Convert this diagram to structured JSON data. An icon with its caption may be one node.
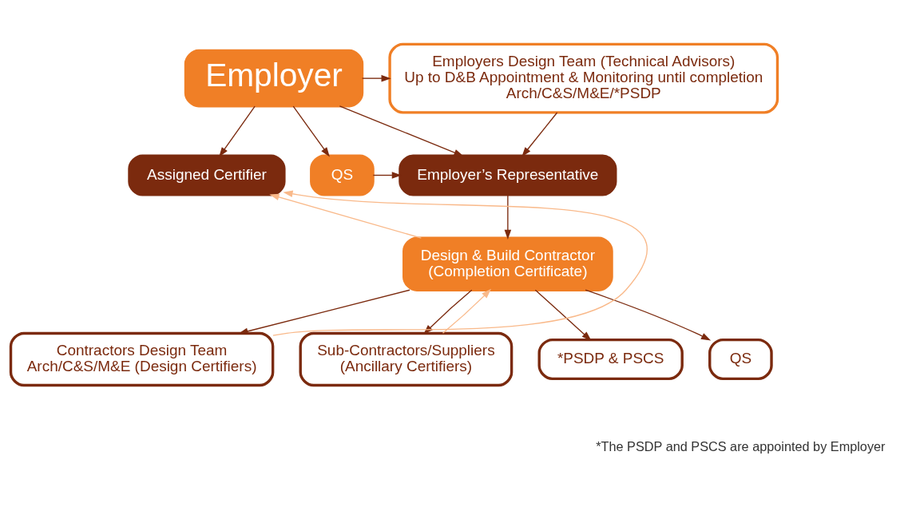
{
  "diagram": {
    "nodes": [
      {
        "text": [
          "Employer"
        ]
      },
      {
        "text": [
          "Employers Design Team (Technical Advisors)",
          "Up to D&B Appointment & Monitoring until completion",
          "Arch/C&S/M&E/*PSDP"
        ]
      },
      {
        "text": [
          "Assigned Certifier"
        ]
      },
      {
        "text": [
          "QS"
        ]
      },
      {
        "text": [
          "Employer’s Representative"
        ]
      },
      {
        "text": [
          "Design & Build Contractor",
          "(Completion Certificate)"
        ]
      },
      {
        "text": [
          "Contractors Design Team",
          "Arch/C&S/M&E (Design Certifiers)"
        ]
      },
      {
        "text": [
          "Sub-Contractors/Suppliers",
          "(Ancillary Certifiers)"
        ]
      },
      {
        "text": [
          "*PSDP & PSCS"
        ]
      },
      {
        "text": [
          "QS"
        ]
      }
    ],
    "edges": [
      {
        "from": 0,
        "to": 1,
        "arrow": "to"
      },
      {
        "from": 0,
        "to": 2,
        "arrow": "to"
      },
      {
        "from": 0,
        "to": 3,
        "arrow": "to"
      },
      {
        "from": 0,
        "to": 4,
        "arrow": "to"
      },
      {
        "from": 1,
        "to": 4,
        "arrow": "to"
      },
      {
        "from": 3,
        "to": 4,
        "arrow": "to"
      },
      {
        "from": 4,
        "to": 5,
        "arrow": "to"
      },
      {
        "from": 5,
        "to": 2,
        "arrow": "to",
        "color": "#f9b98a"
      },
      {
        "from": 6,
        "to": 2,
        "arrow": "to",
        "color": "#f9b98a"
      },
      {
        "from": 7,
        "to": 5,
        "arrow": "to",
        "color": "#f9b98a"
      },
      {
        "from": 5,
        "to": 6,
        "arrow": "to"
      },
      {
        "from": 5,
        "to": 7,
        "arrow": "to"
      },
      {
        "from": 5,
        "to": 8,
        "arrow": "to"
      },
      {
        "from": 5,
        "to": 9,
        "arrow": "to"
      }
    ],
    "labels": [
      "*The PSDP and PSCS are appointed by Employer"
    ]
  }
}
